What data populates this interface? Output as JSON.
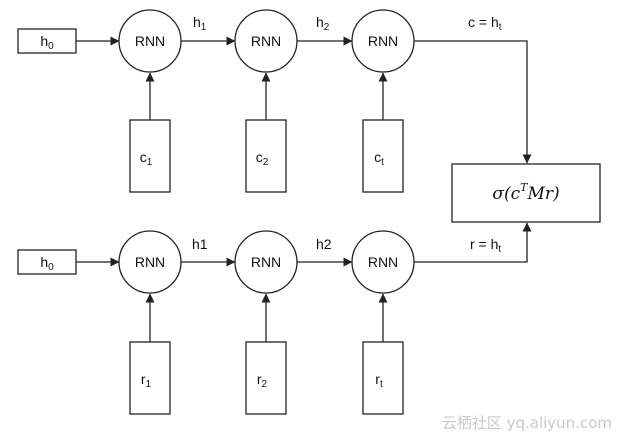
{
  "diagram": {
    "top_row": {
      "input_box": {
        "main": "h",
        "sub": "0"
      },
      "nodes": [
        "RNN",
        "RNN",
        "RNN"
      ],
      "edge_labels": [
        {
          "main": "h",
          "sub": "1"
        },
        {
          "main": "h",
          "sub": "2"
        }
      ],
      "output_label": {
        "main": "c = h",
        "sub": "t"
      },
      "inputs": [
        {
          "main": "c",
          "sub": "1"
        },
        {
          "main": "c",
          "sub": "2"
        },
        {
          "main": "c",
          "sub": "t"
        }
      ]
    },
    "bottom_row": {
      "input_box": {
        "main": "h",
        "sub": "0"
      },
      "nodes": [
        "RNN",
        "RNN",
        "RNN"
      ],
      "edge_labels": [
        {
          "main": "h1",
          "sub": ""
        },
        {
          "main": "h2",
          "sub": ""
        }
      ],
      "output_label": {
        "main": "r = h",
        "sub": "t"
      },
      "inputs": [
        {
          "main": "r",
          "sub": "1"
        },
        {
          "main": "r",
          "sub": "2"
        },
        {
          "main": "r",
          "sub": "t"
        }
      ]
    },
    "score_box": {
      "pre": "σ(c",
      "sup": "T",
      "post": "Mr)"
    },
    "watermark": "云栖社区 yq.aliyun.com"
  }
}
